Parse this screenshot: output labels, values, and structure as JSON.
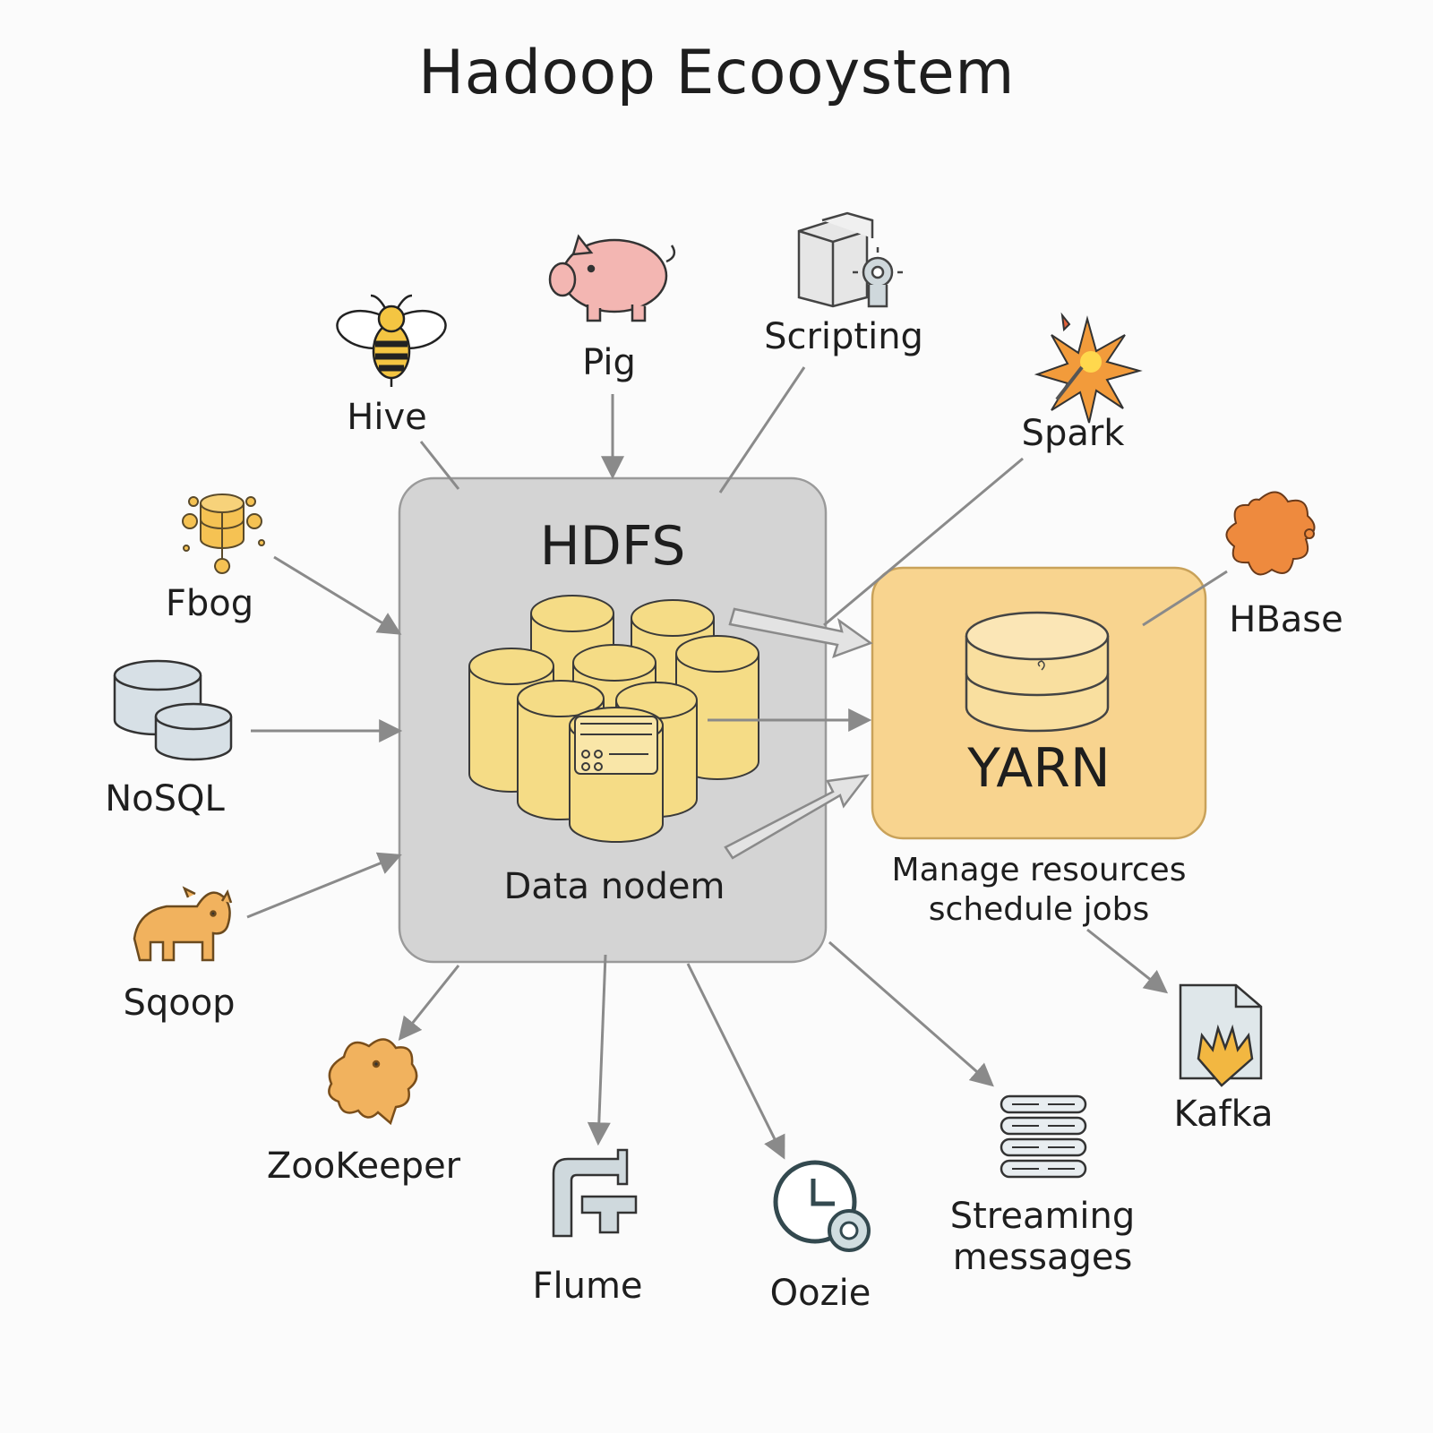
{
  "title": "Hadoop Ecooystem",
  "hdfs": {
    "label": "HDFS",
    "caption": "Data nodem"
  },
  "yarn": {
    "label": "YARN",
    "caption_line1": "Manage resources",
    "caption_line2": "schedule jobs"
  },
  "components": {
    "hive": "Hive",
    "pig": "Pig",
    "scripting": "Scripting",
    "spark": "Spark",
    "fbog": "Fbog",
    "nosql": "NoSQL",
    "sqoop": "Sqoop",
    "hbase": "HBase",
    "zookeeper": "ZooKeeper",
    "flume": "Flume",
    "oozie": "Oozie",
    "streaming_line1": "Streaming",
    "streaming_line2": "messages",
    "kafka": "Kafka"
  },
  "icons": {
    "hive": "bee-icon",
    "pig": "pig-icon",
    "scripting": "server-gear-icon",
    "spark": "spark-burst-icon",
    "fbog": "database-drops-icon",
    "nosql": "database-pair-icon",
    "sqoop": "animal-icon",
    "hbase": "splash-icon",
    "zookeeper": "animal-icon",
    "flume": "pipe-icon",
    "oozie": "clock-gear-icon",
    "streaming": "stack-icon",
    "kafka": "document-flame-icon"
  },
  "colors": {
    "hdfs_box": "#d4d4d4",
    "hdfs_border": "#9a9a9a",
    "yarn_box": "#f8d48f",
    "yarn_border": "#c9a25a",
    "cylinder": "#f5dc86",
    "arrow": "#8a8a8a"
  }
}
